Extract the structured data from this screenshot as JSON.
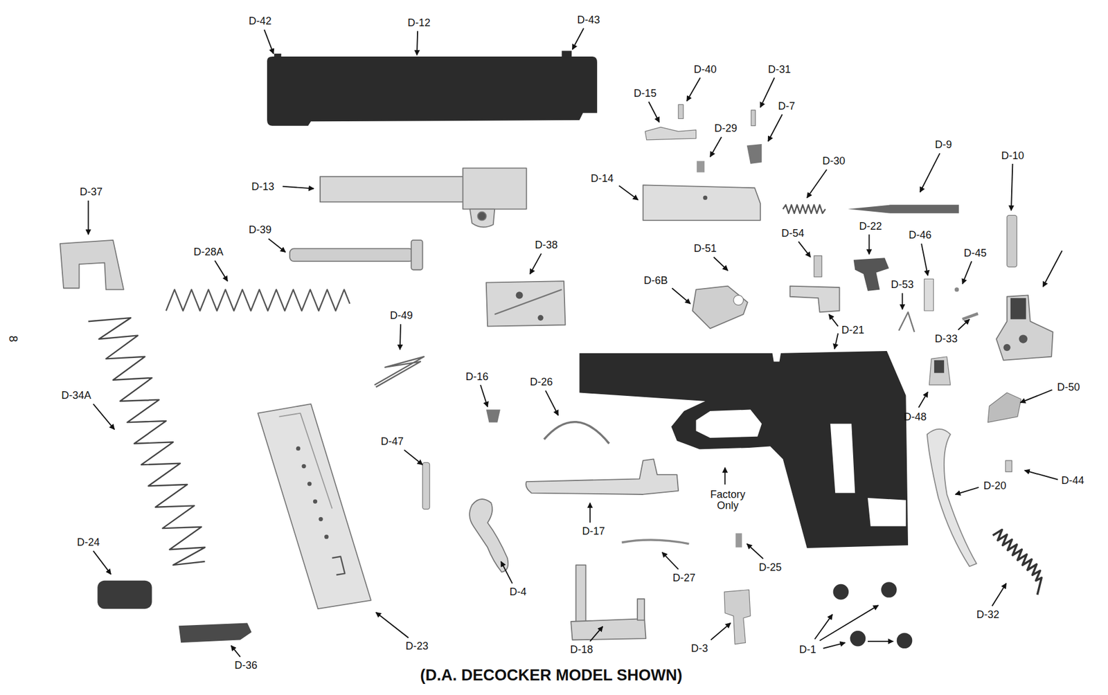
{
  "diagram": {
    "caption": "(D.A. DECOCKER MODEL SHOWN)",
    "labels": [
      "D-42",
      "D-12",
      "D-43",
      "D-15",
      "D-40",
      "D-31",
      "D-7",
      "D-29",
      "D-14",
      "D-30",
      "D-9",
      "D-10",
      "D-37",
      "D-13",
      "D-39",
      "D-28A",
      "D-38",
      "D-51",
      "D-54",
      "D-22",
      "D-46",
      "D-45",
      "D-6B",
      "D-53",
      "D-21",
      "D-33",
      "D-49",
      "D-16",
      "D-26",
      "D-50",
      "D-48",
      "D-34A",
      "D-47",
      "D-17",
      "Factory Only",
      "D-20",
      "D-44",
      "D-4",
      "D-27",
      "D-25",
      "D-24",
      "D-32",
      "D-18",
      "D-3",
      "D-1",
      "D-23",
      "D-36",
      "8"
    ]
  }
}
